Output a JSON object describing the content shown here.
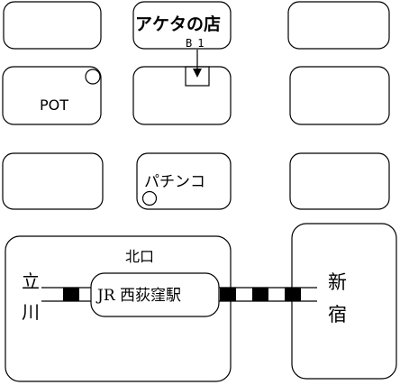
{
  "map": {
    "shop_name": "アケタの店",
    "entrance_label": "B1",
    "pot_label": "POT",
    "pachinko_label": "パチンコ",
    "north_exit_label": "北口",
    "station_label": "JR 西荻窪駅",
    "west_dest": [
      "立",
      "川"
    ],
    "east_dest": [
      "新",
      "宿"
    ],
    "colors": {
      "line": "#000000",
      "background": "#ffffff"
    }
  }
}
